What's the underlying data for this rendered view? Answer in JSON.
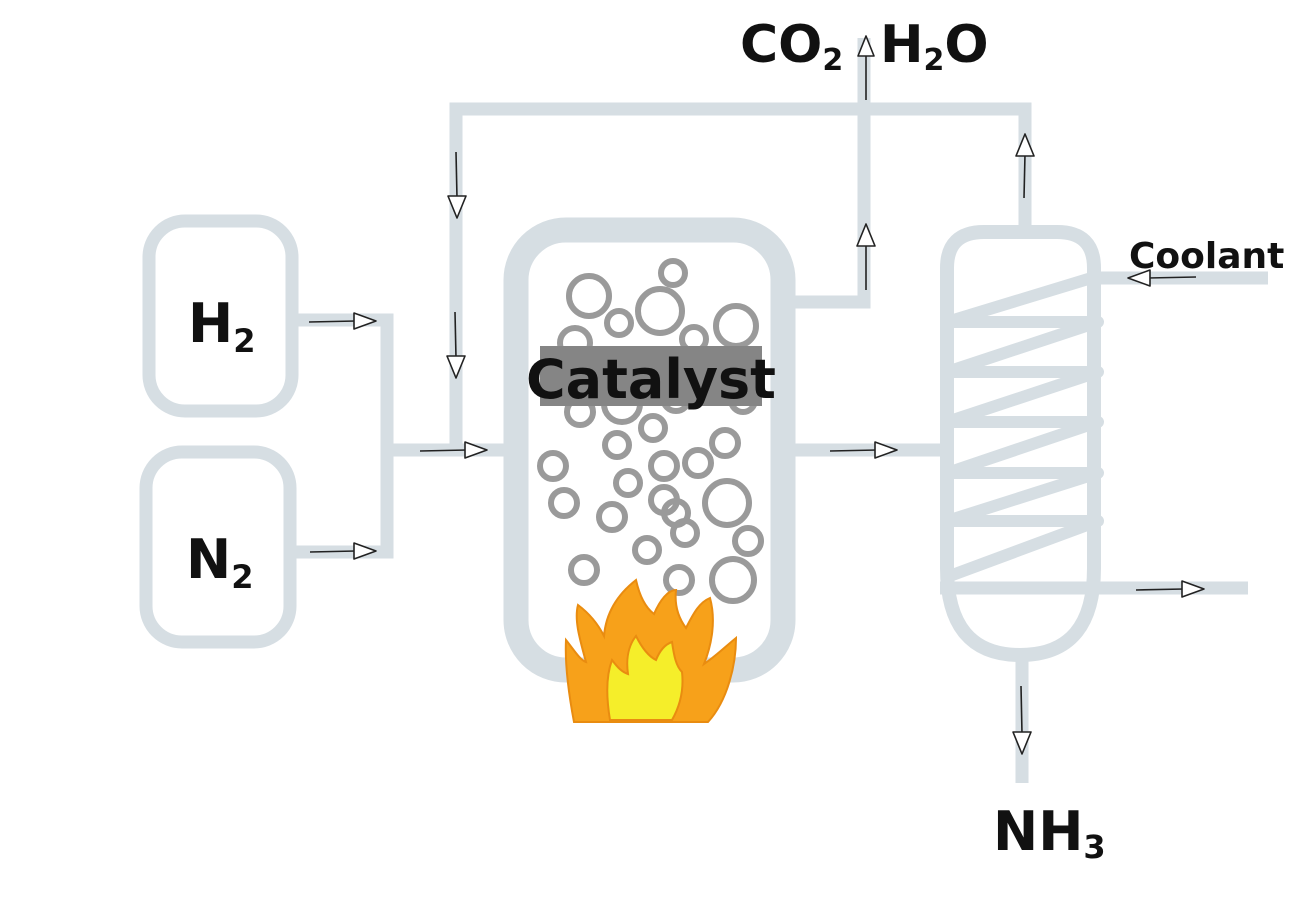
{
  "labels": {
    "h2": {
      "base": "H",
      "sub": "2"
    },
    "n2": {
      "base": "N",
      "sub": "2"
    },
    "catalyst": "Catalyst",
    "coolant": "Coolant",
    "co2": {
      "base": "CO",
      "sub": "2"
    },
    "h2o": {
      "base": "H",
      "sub": "2",
      "tail": "O"
    },
    "nh3": {
      "base": "NH",
      "sub": "3"
    }
  },
  "colors": {
    "pipe": "#d6dee3",
    "bubble": "#9a9a9a",
    "catalyst_bg": "#858585",
    "flame_outer": "#f7a11a",
    "flame_inner": "#f5ee2a",
    "text": "#111111"
  },
  "icons": [
    "flame-icon",
    "arrow-icon"
  ]
}
